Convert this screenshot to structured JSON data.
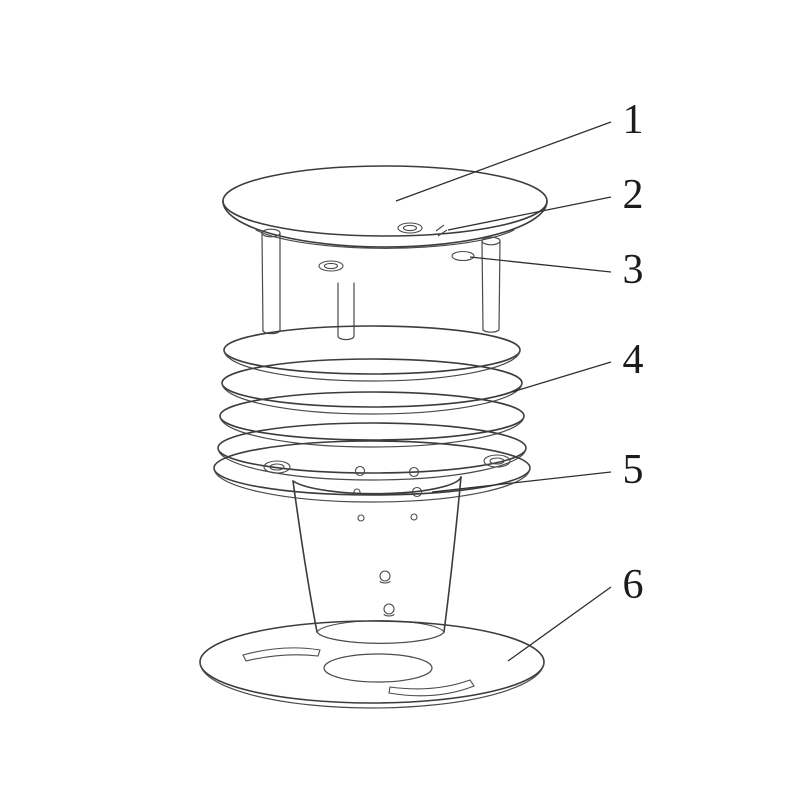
{
  "figure": {
    "background": "#ffffff",
    "line_color": "#3c3c3c",
    "description_visible_text_only": true
  },
  "callouts": [
    {
      "label": "1",
      "target": "top-cap"
    },
    {
      "label": "2",
      "target": "top-plate-fitting"
    },
    {
      "label": "3",
      "target": "top-plate-hole"
    },
    {
      "label": "4",
      "target": "louver-stack"
    },
    {
      "label": "5",
      "target": "cone-sensor-hole"
    },
    {
      "label": "6",
      "target": "base-plate"
    }
  ]
}
